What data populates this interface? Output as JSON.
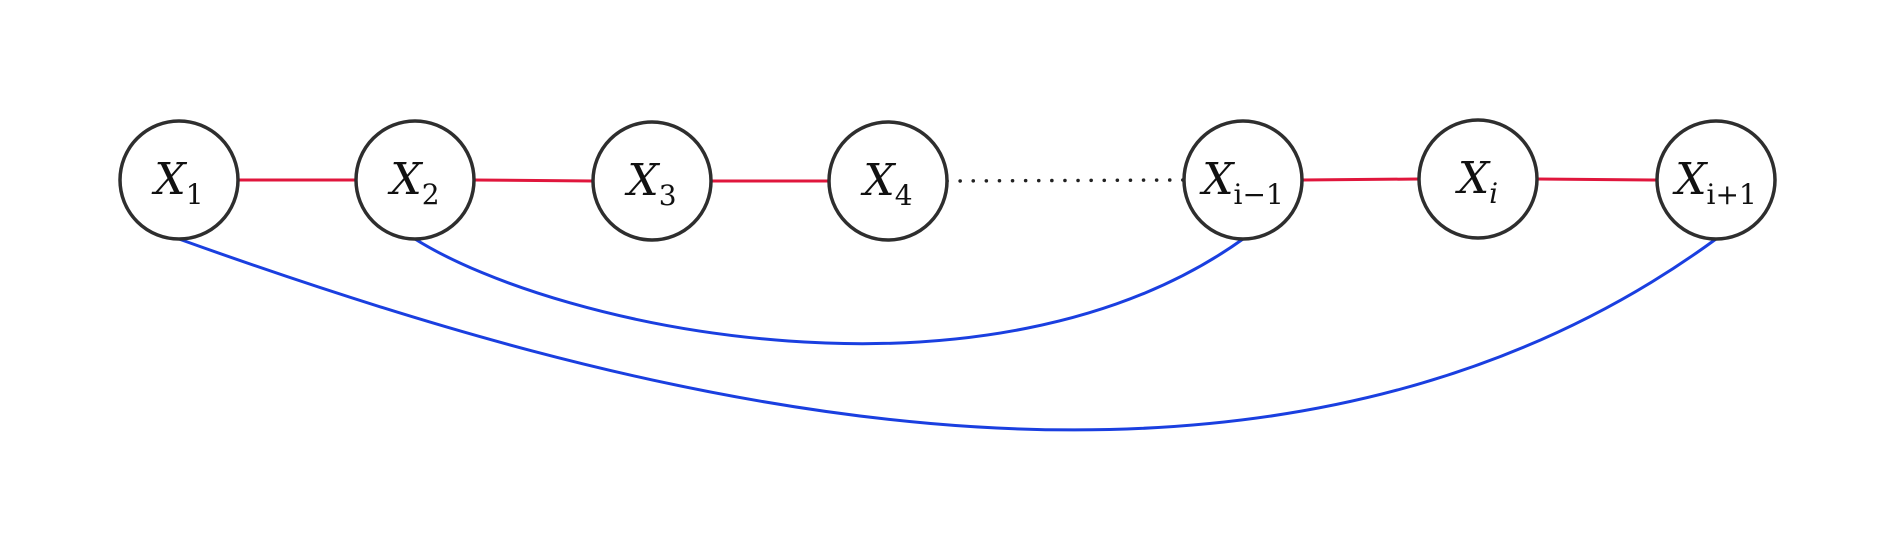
{
  "diagram": {
    "nodes": [
      {
        "id": "x1",
        "base": "X",
        "sub": "1"
      },
      {
        "id": "x2",
        "base": "X",
        "sub": "2"
      },
      {
        "id": "x3",
        "base": "X",
        "sub": "3"
      },
      {
        "id": "x4",
        "base": "X",
        "sub": "4"
      },
      {
        "id": "xim1",
        "base": "X",
        "sub": "i−1"
      },
      {
        "id": "xi",
        "base": "X",
        "sub": "i"
      },
      {
        "id": "xip1",
        "base": "X",
        "sub": "i+1"
      }
    ],
    "edges": [
      {
        "from": "x1",
        "to": "x2",
        "style": "red"
      },
      {
        "from": "x2",
        "to": "x3",
        "style": "red"
      },
      {
        "from": "x3",
        "to": "x4",
        "style": "red"
      },
      {
        "from": "x4",
        "to": "xim1",
        "style": "dotted"
      },
      {
        "from": "xim1",
        "to": "xi",
        "style": "red"
      },
      {
        "from": "xi",
        "to": "xip1",
        "style": "red"
      },
      {
        "from": "x2",
        "to": "xim1",
        "style": "blue-arc"
      },
      {
        "from": "x1",
        "to": "xip1",
        "style": "blue-arc"
      }
    ],
    "colors": {
      "red_edge": "#e0163c",
      "blue_edge": "#1a3fe0",
      "node_stroke": "#2e2e2e"
    }
  }
}
